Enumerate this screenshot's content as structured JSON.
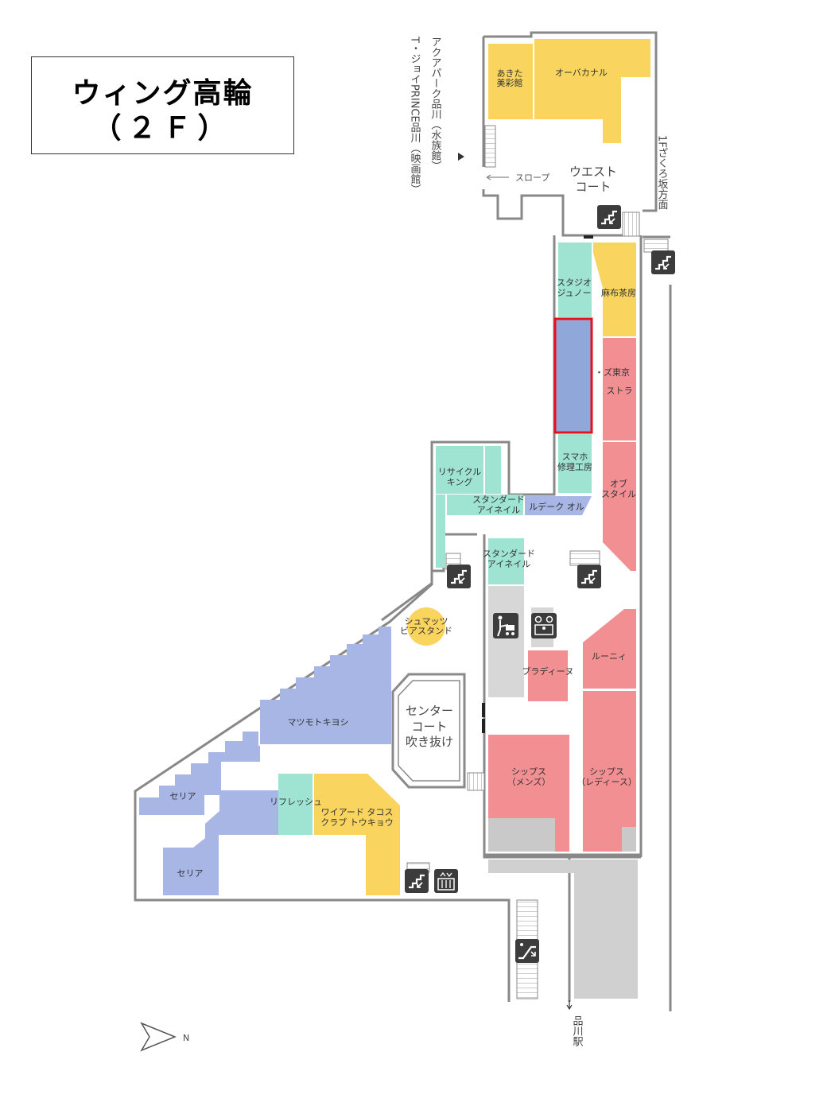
{
  "title": {
    "line1": "ウィング高輪",
    "line2": "（２Ｆ）"
  },
  "colors": {
    "yellow": "#f9d45f",
    "teal": "#9fe4d3",
    "blue": "#a8b6e6",
    "pink": "#f28f93",
    "gray": "#d7d7d7",
    "highlight_fill": "#8fa7d9",
    "highlight_border": "#e8101d",
    "wall": "#888888",
    "icon_bg": "#3c3c3c"
  },
  "labels": {
    "akita": [
      "あきた",
      "美彩館"
    ],
    "obacanal": "オーバカナル",
    "west_court": [
      "ウエスト",
      "コート"
    ],
    "slope": "スロープ",
    "aqua_vertical": "アクアパーク品川（水族館）",
    "tjoy_vertical": "T・ジョイPRINCE品川（映画館）",
    "zakuro_vertical": "1Fざくろ坂方面",
    "studio_juno": [
      "スタジオ",
      "ジュノー"
    ],
    "azabu": "麻布茶房",
    "tokyo": "・ズ東京",
    "stra": "ストラ",
    "smaho": [
      "スマホ",
      "修理工房"
    ],
    "recycle": [
      "リサイクル",
      "キング"
    ],
    "standard_top": [
      "スタンダード",
      "アイネイル"
    ],
    "ruderk": "ルデーク オル",
    "of_style": [
      "オブ",
      "スタイル"
    ],
    "standard_mid": [
      "スタンダード",
      "アイネイル"
    ],
    "schmatz": [
      "シュマッツ",
      "ビアスタンド"
    ],
    "runy": "ルーニィ",
    "bradino": "ブラディーヌ",
    "center_court": [
      "センター",
      "コート",
      "吹き抜け"
    ],
    "matsumoto": "マツモトキヨシ",
    "seria_top": "セリア",
    "seria_bottom": "セリア",
    "refresh": "リフレッシュ",
    "wired": [
      "ワイアード タコス",
      "クラブ トウキョウ"
    ],
    "ships_mens": [
      "シップス",
      "（メンズ）"
    ],
    "ships_ladies": [
      "シップス",
      "（レディース）"
    ],
    "station_vertical": "品川駅",
    "north": "N"
  },
  "legend": {
    "stairs": "stairs-icon",
    "escalator": "escalator-icon",
    "elevator": "elevator-icon",
    "stroller": "stroller-icon",
    "nursing": "nursing-room-icon",
    "north_arrow": "north-arrow-icon"
  }
}
